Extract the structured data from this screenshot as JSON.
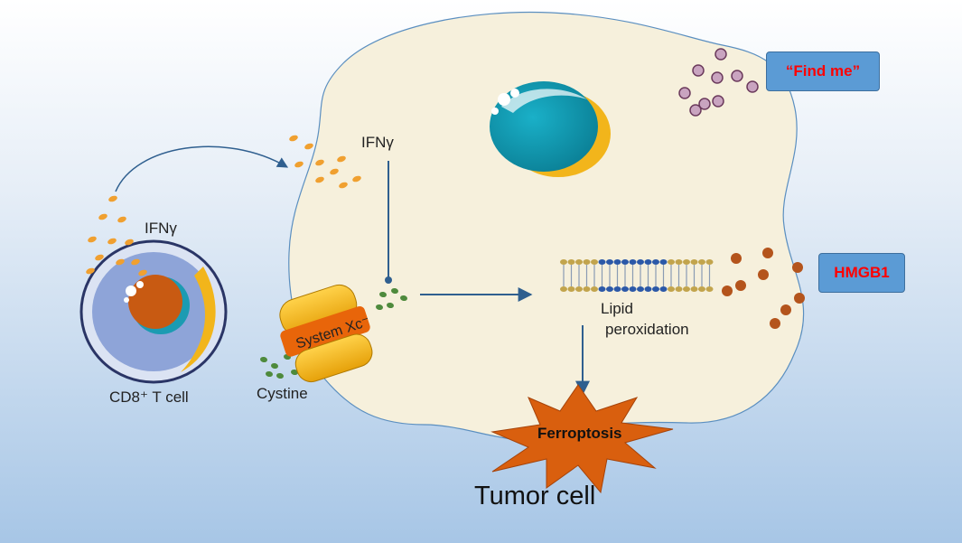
{
  "labels": {
    "tcell_ifn": "IFNγ",
    "tumor_ifn": "IFNγ",
    "tcell": "CD8⁺ T cell",
    "system": "System Xc⁻",
    "cystine": "Cystine",
    "lipid_line1": "Lipid",
    "lipid_line2": "peroxidation",
    "ferroptosis": "Ferroptosis",
    "tumor": "Tumor cell"
  },
  "boxes": {
    "find_me": "“Find me”",
    "hmgb1": "HMGB1"
  },
  "colors": {
    "background_top": "#ffffff",
    "background_bottom": "#a7c6e6",
    "tumor_fill": "#f6f0dc",
    "arrow": "#2f5f8f",
    "box_fill": "#5b9bd5",
    "box_text": "#ff0000",
    "ifn_dot": "#f0a030",
    "cystine_dot": "#4e8a3c",
    "hmgb1_dot": "#b4541c",
    "findme_dot": "#9b6b8b",
    "burst": "#d95f0e"
  },
  "icons": [
    "t-cell-icon",
    "nucleus-icon",
    "transporter-icon",
    "lipid-bilayer-icon",
    "burst-icon"
  ]
}
